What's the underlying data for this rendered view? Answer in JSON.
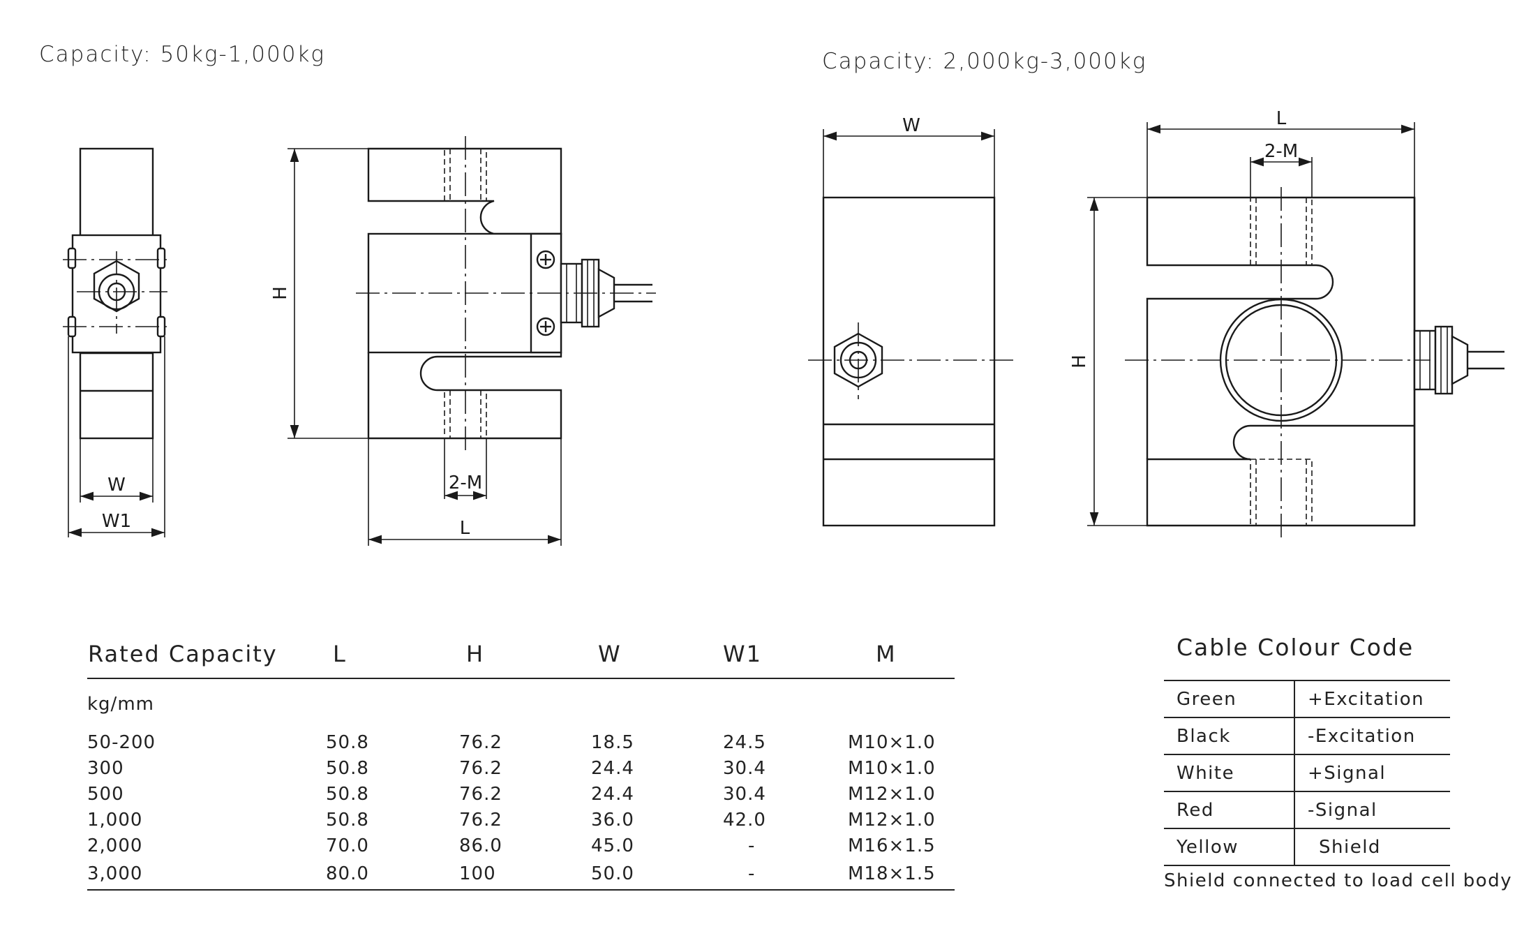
{
  "titles": {
    "left": "Capacity: 50kg-1,000kg",
    "right": "Capacity: 2,000kg-3,000kg"
  },
  "dimension_labels": {
    "h_left": "H",
    "w_left": "W",
    "w1_left": "W1",
    "l_left": "L",
    "m_left": "2-M",
    "w_right": "W",
    "l_right": "L",
    "m_right": "2-M",
    "h_right": "H"
  },
  "spec_table": {
    "headers": [
      "Rated Capacity",
      "L",
      "H",
      "W",
      "W1",
      "M"
    ],
    "unit": "kg/mm",
    "rows": [
      [
        "50-200",
        "50.8",
        "76.2",
        "18.5",
        "24.5",
        "M10×1.0"
      ],
      [
        "300",
        "50.8",
        "76.2",
        "24.4",
        "30.4",
        "M10×1.0"
      ],
      [
        "500",
        "50.8",
        "76.2",
        "24.4",
        "30.4",
        "M12×1.0"
      ],
      [
        "1,000",
        "50.8",
        "76.2",
        "36.0",
        "42.0",
        "M12×1.0"
      ],
      [
        "2,000",
        "70.0",
        "86.0",
        "45.0",
        "-",
        "M16×1.5"
      ],
      [
        "3,000",
        "80.0",
        "100",
        "50.0",
        "-",
        "M18×1.5"
      ]
    ]
  },
  "cable": {
    "title": "Cable Colour Code",
    "rows": [
      [
        "Green",
        "+Excitation"
      ],
      [
        "Black",
        "-Excitation"
      ],
      [
        "White",
        "+Signal"
      ],
      [
        "Red",
        "-Signal"
      ],
      [
        "Yellow",
        "Shield"
      ]
    ],
    "note": "Shield connected to load cell body"
  }
}
